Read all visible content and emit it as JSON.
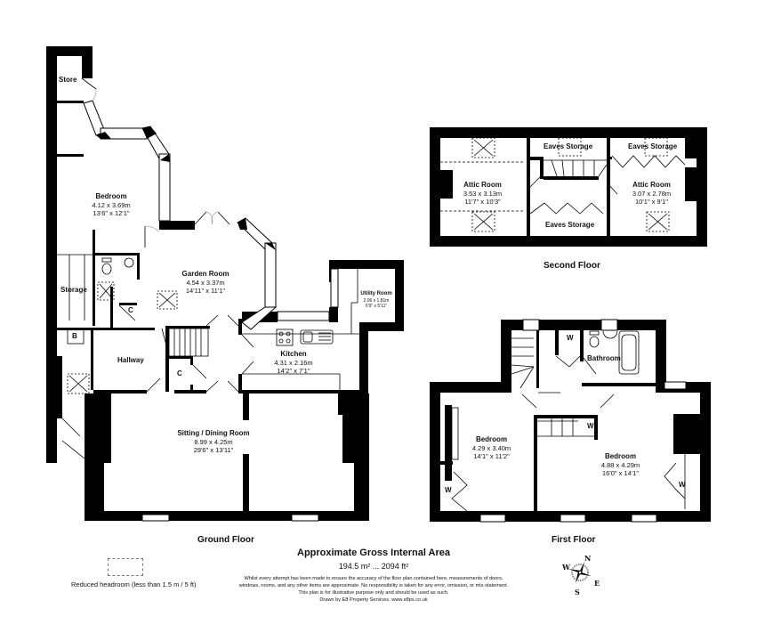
{
  "floors": {
    "ground": {
      "label": "Ground Floor",
      "rooms": {
        "store": {
          "name": "Store"
        },
        "bedroom": {
          "name": "Bedroom",
          "metric": "4.12 x 3.69m",
          "imperial": "13'6\" x 12'1\""
        },
        "storage": {
          "name": "Storage"
        },
        "garden_room": {
          "name": "Garden Room",
          "metric": "4.54 x 3.37m",
          "imperial": "14'11\" x 11'1\""
        },
        "utility_room": {
          "name": "Utility Room",
          "metric": "2.06 x 1.81m",
          "imperial": "6'9\" x 5'11\""
        },
        "kitchen": {
          "name": "Kitchen",
          "metric": "4.31 x 2.16m",
          "imperial": "14'2\" x 7'1\""
        },
        "hallway": {
          "name": "Hallway"
        },
        "sitting_dining": {
          "name": "Sitting / Dining Room",
          "metric": "8.99 x 4.25m",
          "imperial": "29'6\" x 13'11\""
        },
        "cupboard_1": {
          "name": "C"
        },
        "cupboard_2": {
          "name": "C"
        },
        "boiler": {
          "name": "B"
        }
      }
    },
    "first": {
      "label": "First Floor",
      "rooms": {
        "bathroom": {
          "name": "Bathroom"
        },
        "bedroom_1": {
          "name": "Bedroom",
          "metric": "4.29 x 3.40m",
          "imperial": "14'1\" x 11'2\""
        },
        "bedroom_2": {
          "name": "Bedroom",
          "metric": "4.88 x 4.29m",
          "imperial": "16'0\" x 14'1\""
        },
        "wardrobe_1": {
          "name": "W"
        },
        "wardrobe_2": {
          "name": "W"
        },
        "wardrobe_3": {
          "name": "W"
        },
        "wardrobe_4": {
          "name": "W"
        }
      }
    },
    "second": {
      "label": "Second Floor",
      "rooms": {
        "attic_1": {
          "name": "Attic Room",
          "metric": "3.53 x 3.13m",
          "imperial": "11'7\" x 10'3\""
        },
        "attic_2": {
          "name": "Attic Room",
          "metric": "3.07 x 2.78m",
          "imperial": "10'1\" x 9'1\""
        },
        "eaves_1": {
          "name": "Eaves Storage"
        },
        "eaves_2": {
          "name": "Eaves Storage"
        },
        "eaves_3": {
          "name": "Eaves Storage"
        }
      }
    }
  },
  "summary": {
    "title": "Approximate Gross Internal Area",
    "area": "194.5 m² ... 2094 ft²",
    "disclaimer_1": "Whilst every attempt has been made to ensure the accuracy of the floor plan contained here, measurements of doors,",
    "disclaimer_2": "windows, rooms, and any other items are approximate. No responsibility is taken for any error, omission, or mis-statement.",
    "disclaimer_3": "This plan is for illustrative purpose only and should be used as such.",
    "credit": "Drawn by E8 Property Services. www.e8ps.co.uk"
  },
  "legend": {
    "reduced_headroom": "Reduced headroom (less than 1.5 m / 5 ft)"
  },
  "compass": {
    "n": "N",
    "e": "E",
    "s": "S",
    "w": "W"
  }
}
